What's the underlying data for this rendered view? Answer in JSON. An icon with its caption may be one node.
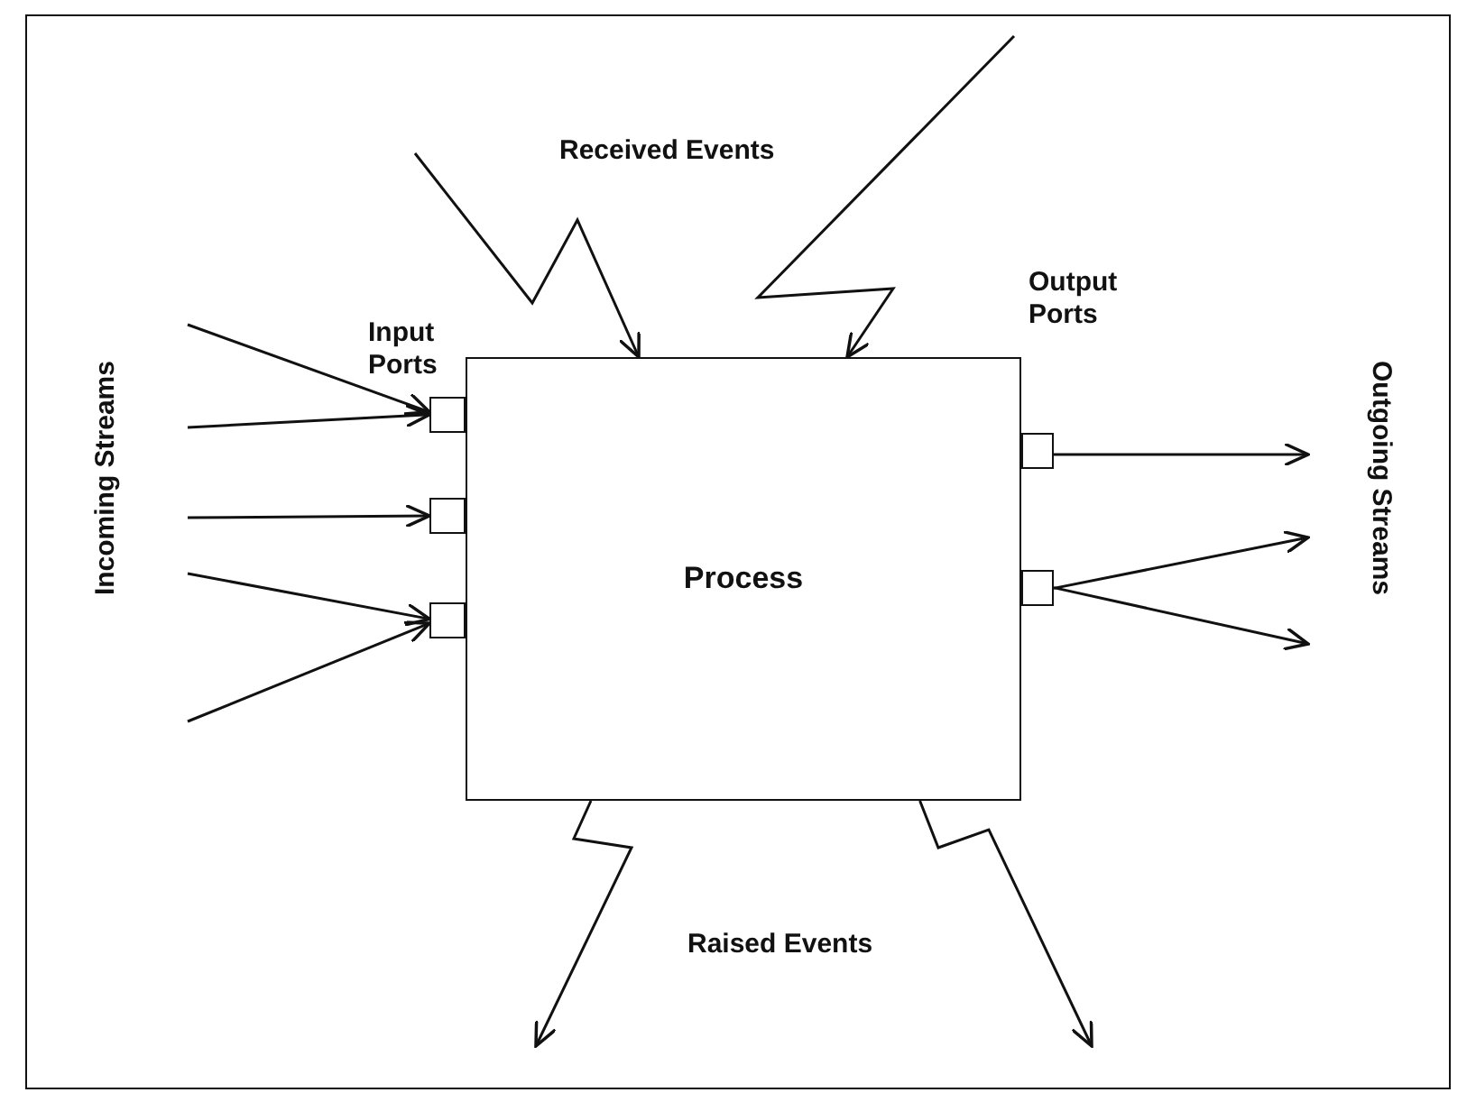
{
  "diagram": {
    "nodes": [
      {
        "text": [
          "Process"
        ]
      },
      {
        "text": [],
        "shape": "box"
      },
      {
        "text": [],
        "shape": "box"
      },
      {
        "text": [],
        "shape": "box"
      },
      {
        "text": [],
        "shape": "box"
      },
      {
        "text": [],
        "shape": "box"
      }
    ],
    "edges": [
      {
        "from": null,
        "to": 1,
        "arrow": "to"
      },
      {
        "from": null,
        "to": 1,
        "arrow": "to"
      },
      {
        "from": null,
        "to": 2,
        "arrow": "to"
      },
      {
        "from": null,
        "to": 3,
        "arrow": "to"
      },
      {
        "from": null,
        "to": 3,
        "arrow": "to"
      },
      {
        "from": null,
        "to": 0,
        "arrow": "to"
      },
      {
        "from": null,
        "to": 0,
        "arrow": "to"
      },
      {
        "from": 4,
        "to": null,
        "arrow": "to"
      },
      {
        "from": 5,
        "to": null,
        "arrow": "to"
      },
      {
        "from": 5,
        "to": null,
        "arrow": "to"
      },
      {
        "from": 0,
        "to": null,
        "arrow": "to"
      },
      {
        "from": 0,
        "to": null,
        "arrow": "to"
      }
    ],
    "labels": [
      "Received Events",
      "Input Ports",
      "Output Ports",
      "Incoming Streams",
      "Outgoing Streams",
      "Raised Events"
    ]
  }
}
